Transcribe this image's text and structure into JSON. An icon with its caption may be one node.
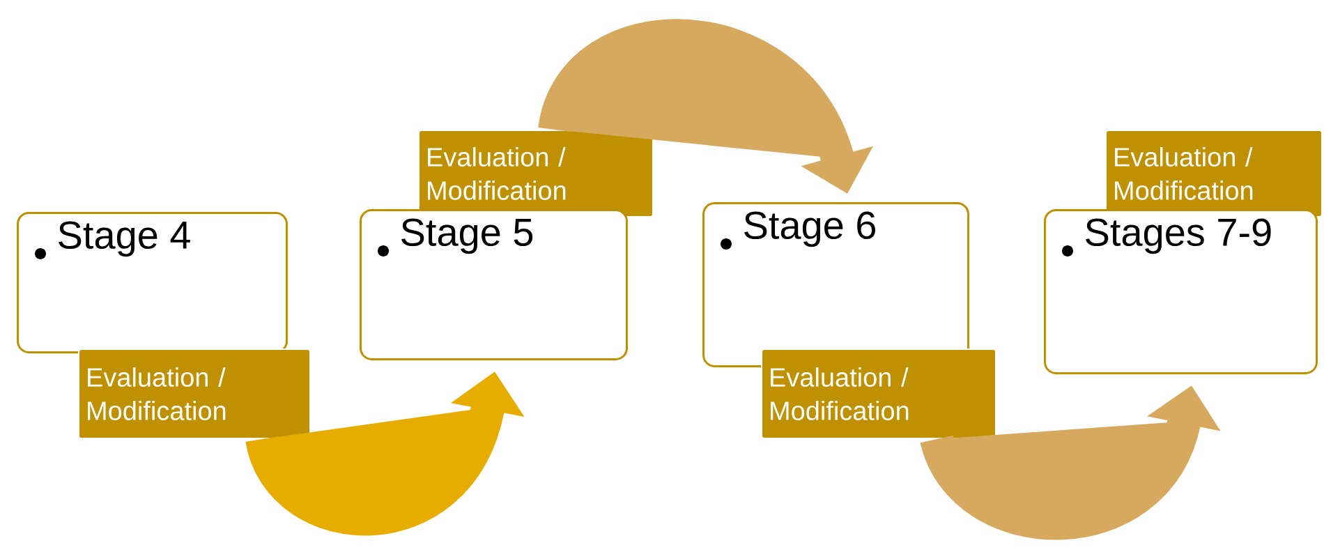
{
  "diagram": {
    "nodes": [
      {
        "text": [
          "Stage 4"
        ]
      },
      {
        "text": [
          "Evaluation / Modification"
        ]
      },
      {
        "text": [
          "Evaluation / Modification"
        ]
      },
      {
        "text": [
          "Stage 5"
        ]
      },
      {
        "text": [
          "Stage 6"
        ]
      },
      {
        "text": [
          "Evaluation / Modification"
        ]
      },
      {
        "text": [
          "Evaluation / Modification"
        ]
      },
      {
        "text": [
          "Stages 7-9"
        ]
      }
    ],
    "edges": [
      {
        "from": 1,
        "to": 3,
        "arrow": "to",
        "color": "#e6ad00"
      },
      {
        "from": 2,
        "to": 4,
        "arrow": "to"
      },
      {
        "from": 5,
        "to": 7,
        "arrow": "to"
      }
    ]
  }
}
